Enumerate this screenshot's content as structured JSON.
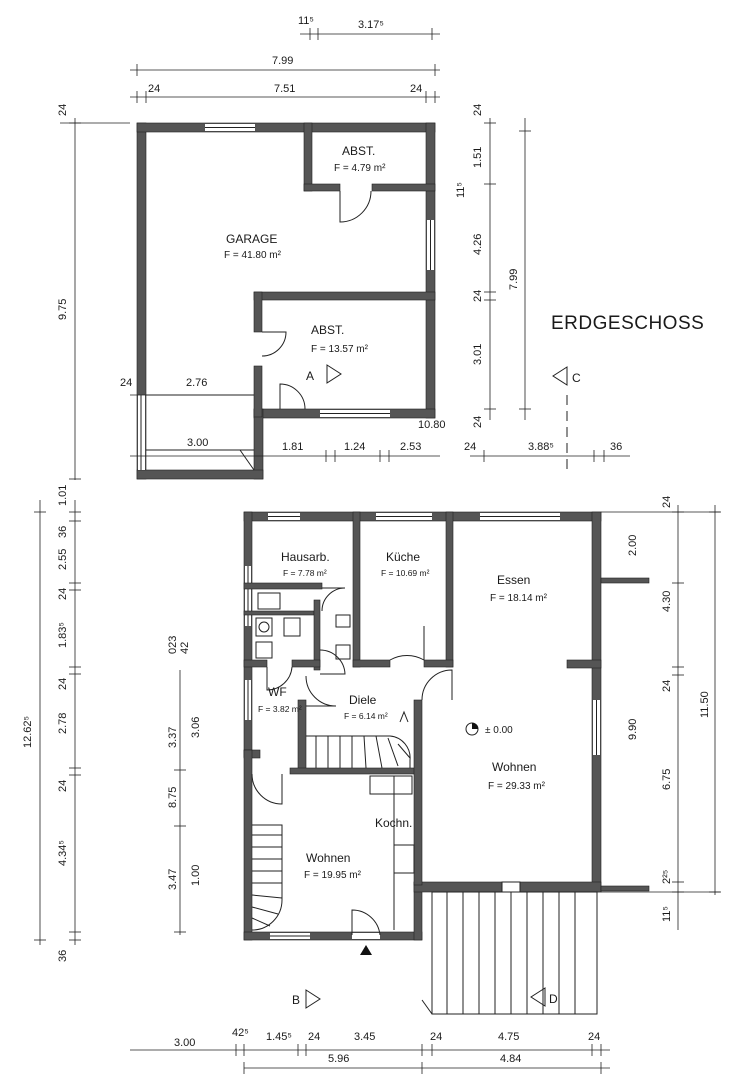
{
  "title": "ERDGESCHOSS",
  "rooms": {
    "garage": {
      "name": "GARAGE",
      "area": "F = 41.80 m²"
    },
    "abst1": {
      "name": "ABST.",
      "area": "F = 4.79 m²"
    },
    "abst2": {
      "name": "ABST.",
      "area": "F = 13.57 m²"
    },
    "hausarb": {
      "name": "Hausarb.",
      "area": "F = 7.78 m²"
    },
    "kueche": {
      "name": "Küche",
      "area": "F = 10.69 m²"
    },
    "essen": {
      "name": "Essen",
      "area": "F = 18.14 m²"
    },
    "wf": {
      "name": "WF",
      "area": "F = 3.82 m²"
    },
    "diele": {
      "name": "Diele",
      "area": "F = 6.14 m²"
    },
    "wohnen_big": {
      "name": "Wohnen",
      "area": "F = 29.33 m²"
    },
    "kochn": {
      "name": "Kochn."
    },
    "wohnen_small": {
      "name": "Wohnen",
      "area": "F = 19.95 m²"
    }
  },
  "level_mark": "± 0.00",
  "sections": {
    "a": "A",
    "b": "B",
    "c": "C",
    "d": "D"
  },
  "dims": {
    "top_11_5": "11⁵",
    "top_3_175": "3.17⁵",
    "top_7_99": "7.99",
    "top_24_l": "24",
    "top_7_51": "7.51",
    "top_24_r": "24",
    "left_24": "24",
    "left_9_75": "9.75",
    "g_24": "24",
    "g_2_76": "2.76",
    "g_3_00": "3.00",
    "g_1_81": "1.81",
    "g_1_24": "1.24",
    "g_2_53": "2.53",
    "g_10_80": "10.80",
    "r_24a": "24",
    "r_1_51": "1.51",
    "r_11_5": "11⁵",
    "r_4_26": "4.26",
    "r_24b": "24",
    "r_3_01": "3.01",
    "r_24c": "24",
    "r_7_99": "7.99",
    "c_24": "24",
    "c_3_885": "3.88⁵",
    "c_36": "36",
    "l_1_01": "1.01",
    "l_36": "36",
    "l_2_55": "2.55",
    "l_24a": "24",
    "l_1_835": "1.83⁵",
    "l_24b": "24",
    "l_2_78": "2.78",
    "l_24c": "24",
    "l_4_345": "4.34⁵",
    "l_36b": "36",
    "l_12_625": "12.62⁵",
    "m_023": "023",
    "m_42": "42",
    "m_3_37": "3.37",
    "m_3_06": "3.06",
    "m_8_75": "8.75",
    "m_3_47": "3.47",
    "m_1_00": "1.00",
    "rr_24a": "24",
    "rr_2_00": "2.00",
    "rr_4_30": "4.30",
    "rr_24b": "24",
    "rr_9_90": "9.90",
    "rr_11_50": "11.50",
    "rr_6_75": "6.75",
    "rr_2_25": "2²⁵",
    "rr_11_5": "11⁵",
    "b_3_00": "3.00",
    "b_42_5": "42⁵",
    "b_1_455": "1.45⁵",
    "b_24a": "24",
    "b_3_45": "3.45",
    "b_24b": "24",
    "b_4_75": "4.75",
    "b_24c": "24",
    "b_5_96": "5.96",
    "b_4_84": "4.84"
  }
}
